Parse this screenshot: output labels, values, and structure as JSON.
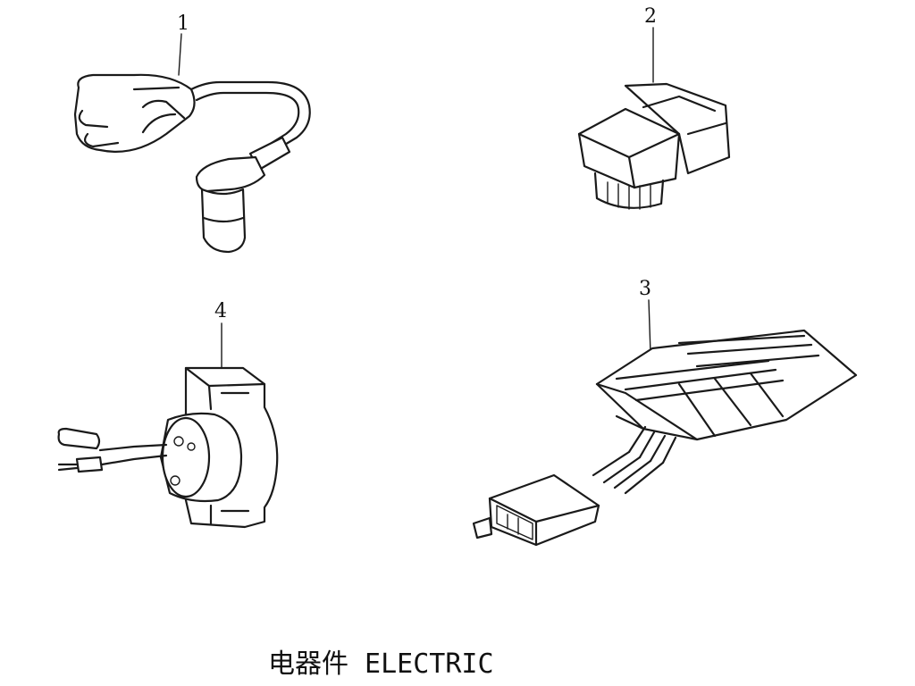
{
  "parts": [
    {
      "number": "1",
      "icon": "ignition-coil-cable-icon"
    },
    {
      "number": "2",
      "icon": "relay-icon"
    },
    {
      "number": "3",
      "icon": "rectifier-regulator-icon"
    },
    {
      "number": "4",
      "icon": "pulser-coil-icon"
    }
  ],
  "caption": "电器件 ELECTRIC"
}
